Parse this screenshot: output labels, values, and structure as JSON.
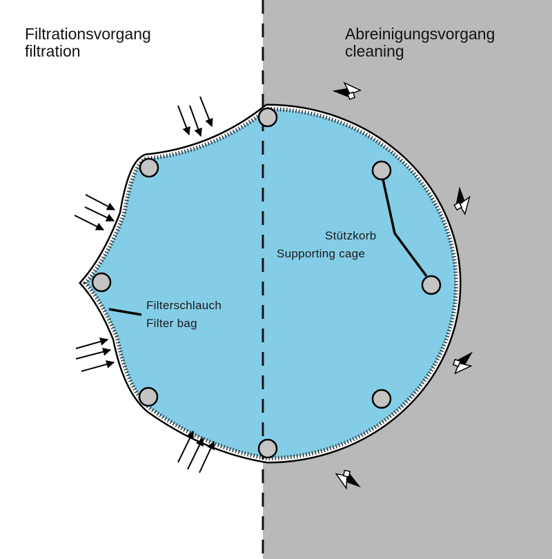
{
  "left_panel": {
    "title_de": "Filtrationsvorgang",
    "title_en": "filtration"
  },
  "right_panel": {
    "title_de": "Abreinigungsvorgang",
    "title_en": "cleaning"
  },
  "labels": {
    "filter_bag_de": "Filterschlauch",
    "filter_bag_en": "Filter bag",
    "cage_de": "Stützkorb",
    "cage_en": "Supporting cage"
  },
  "colors": {
    "bag_fill": "#84cde6",
    "cleaning_bg": "#b9b9b9",
    "rod": "#c4c4c4"
  }
}
